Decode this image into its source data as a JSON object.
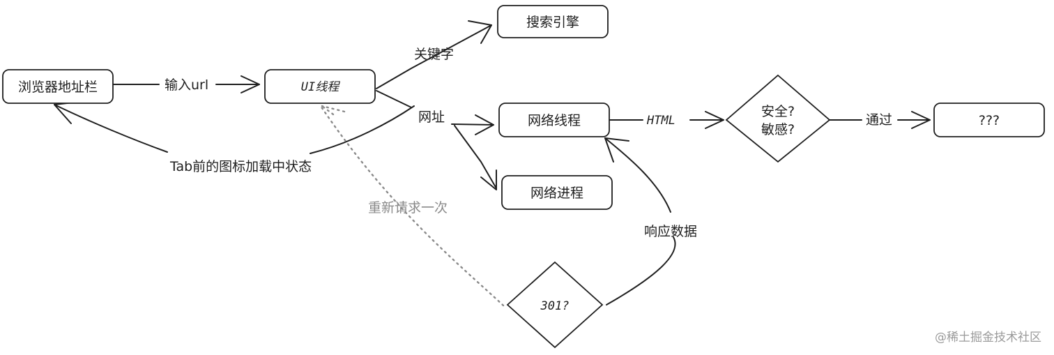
{
  "nodes": {
    "address_bar": "浏览器地址栏",
    "ui_thread": "UI线程",
    "search_engine": "搜索引擎",
    "network_thread": "网络线程",
    "network_process": "网络进程",
    "security_check_line1": "安全?",
    "security_check_line2": "敏感?",
    "unknown": "???",
    "redirect_check": "301?"
  },
  "edges": {
    "input_url": "输入url",
    "keyword": "关键字",
    "url": "网址",
    "tab_loading": "Tab前的图标加载中状态",
    "html": "HTML",
    "pass": "通过",
    "response_data": "响应数据",
    "request_again": "重新请求一次"
  },
  "watermark": "@稀土掘金技术社区",
  "colors": {
    "stroke": "#1e1e1e",
    "muted": "#8a8a8a",
    "background": "#ffffff"
  }
}
